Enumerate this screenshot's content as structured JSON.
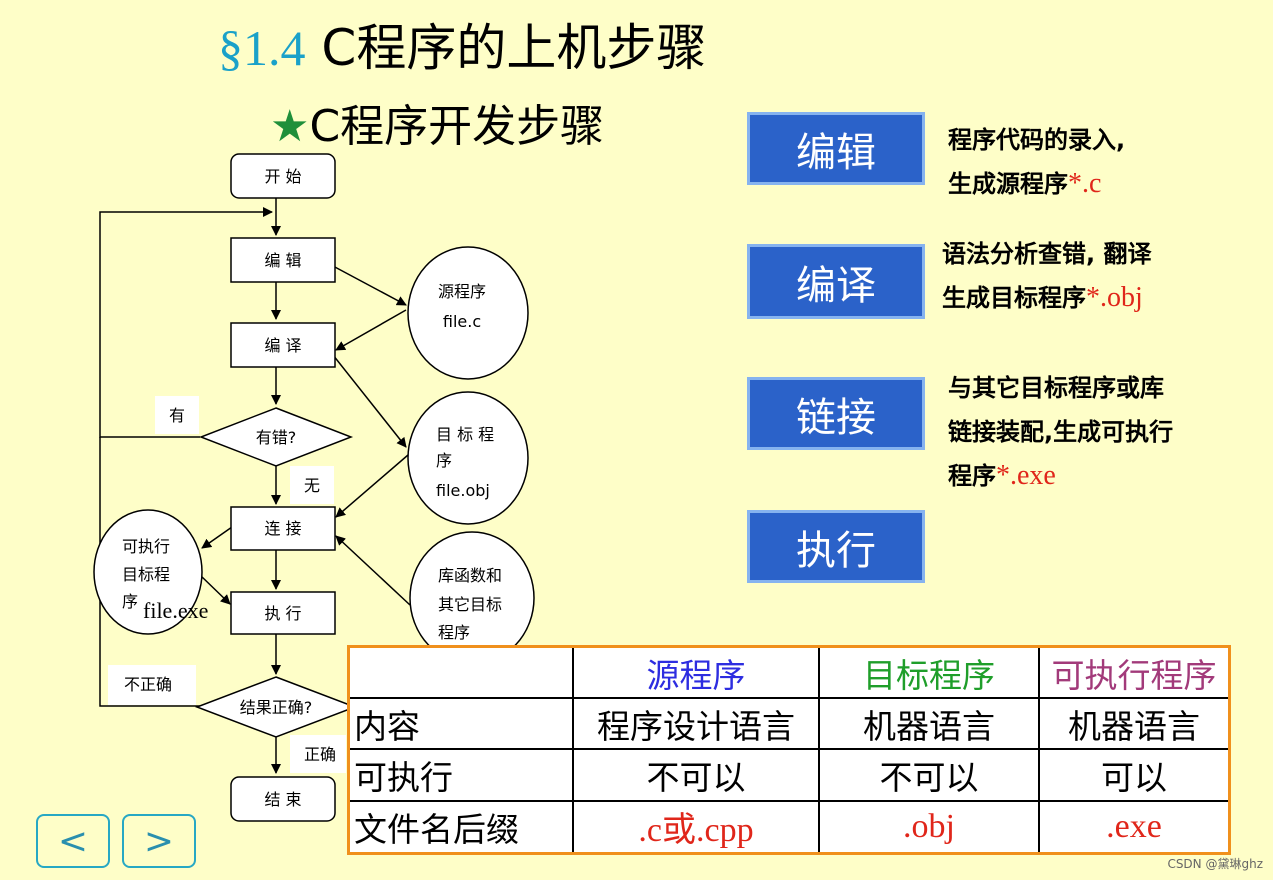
{
  "title": {
    "section": "§1.4",
    "text": "C程序的上机步骤"
  },
  "subtitle": {
    "star": "★",
    "text": "C程序开发步骤"
  },
  "flowchart": {
    "start": "开  始",
    "edit": "编  辑",
    "compile": "编  译",
    "has_error": "有错?",
    "yes_label": "有",
    "no_label": "无",
    "link": "连  接",
    "execute": "执  行",
    "result_ok": "结果正确?",
    "incorrect_label": "不正确",
    "correct_label": "正确",
    "end": "结  束",
    "source_file": {
      "line1": "源程序",
      "line2": "file.c"
    },
    "object_file": {
      "line1": "目 标 程",
      "line2": "序",
      "line3": "file.obj"
    },
    "library": {
      "line1": "库函数和",
      "line2": "其它目标",
      "line3": "程序"
    },
    "executable": {
      "line1": "可执行",
      "line2": "目标程",
      "line3": "序",
      "filename": "file.exe"
    }
  },
  "steps": [
    {
      "label": "编辑",
      "desc_line1": "程序代码的录入,",
      "desc_line2": "生成源程序",
      "ext": "*.c"
    },
    {
      "label": "编译",
      "desc_line1": "语法分析查错, 翻译",
      "desc_line2": "生成目标程序",
      "ext": "*.obj"
    },
    {
      "label": "链接",
      "desc_line1": "与其它目标程序或库",
      "desc_line2": "链接装配,生成可执行",
      "desc_line3": "程序",
      "ext": "*.exe"
    },
    {
      "label": "执行"
    }
  ],
  "table": {
    "headers": [
      "",
      "源程序",
      "目标程序",
      "可执行程序"
    ],
    "rows": [
      [
        "内容",
        "程序设计语言",
        "机器语言",
        "机器语言"
      ],
      [
        "可执行",
        "不可以",
        "不可以",
        "可以"
      ],
      [
        "文件名后缀",
        ".c或.cpp",
        ".obj",
        ".exe"
      ]
    ]
  },
  "nav": {
    "prev": "<",
    "next": ">"
  },
  "watermark": "CSDN @黛琳ghz",
  "colors": {
    "background": "#fefec8",
    "step_box": "#2b62c9",
    "arrow": "#2f73d6",
    "table_border": "#f0901c",
    "accent_red": "#e0261a"
  }
}
